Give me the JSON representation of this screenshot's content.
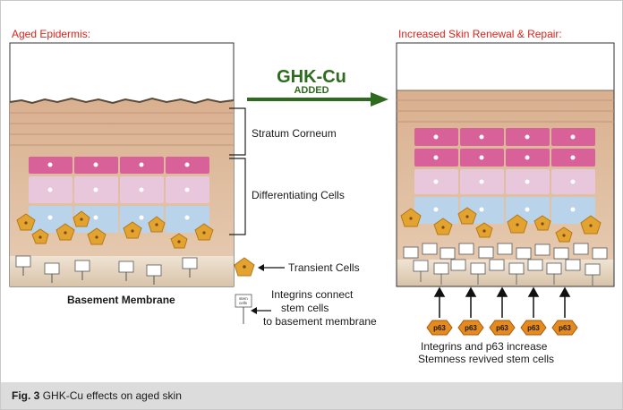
{
  "left_panel": {
    "title": "Aged Epidermis:",
    "bottom_label": "Basement Membrane"
  },
  "right_panel": {
    "title": "Increased Skin Renewal & Repair:",
    "bottom_text_1": "Integrins and p63 increase",
    "bottom_text_2": "Stemness revived stem cells"
  },
  "arrow": {
    "main": "GHK-Cu",
    "sub": "ADDED"
  },
  "layers": {
    "stratum_corneum": "Stratum Corneum",
    "differentiating": "Differentiating Cells"
  },
  "legend": {
    "transient": "Transient Cells",
    "integrins_1": "Integrins connect",
    "integrins_2": "stem cells",
    "integrins_3": "to basement membrane"
  },
  "stem_cell_label": [
    "stem",
    "cells"
  ],
  "p63_label": "p63",
  "caption": {
    "fig": "Fig. 3",
    "text": "GHK-Cu effects on aged skin"
  },
  "colors": {
    "title_red": "#d9241c",
    "arrow_green": "#2e6b1f",
    "pink": "#d9619a",
    "light_pink": "#e8c6dc",
    "light_blue": "#b9d3ea",
    "orange": "#e3a330",
    "p63_orange": "#e48a1e"
  }
}
